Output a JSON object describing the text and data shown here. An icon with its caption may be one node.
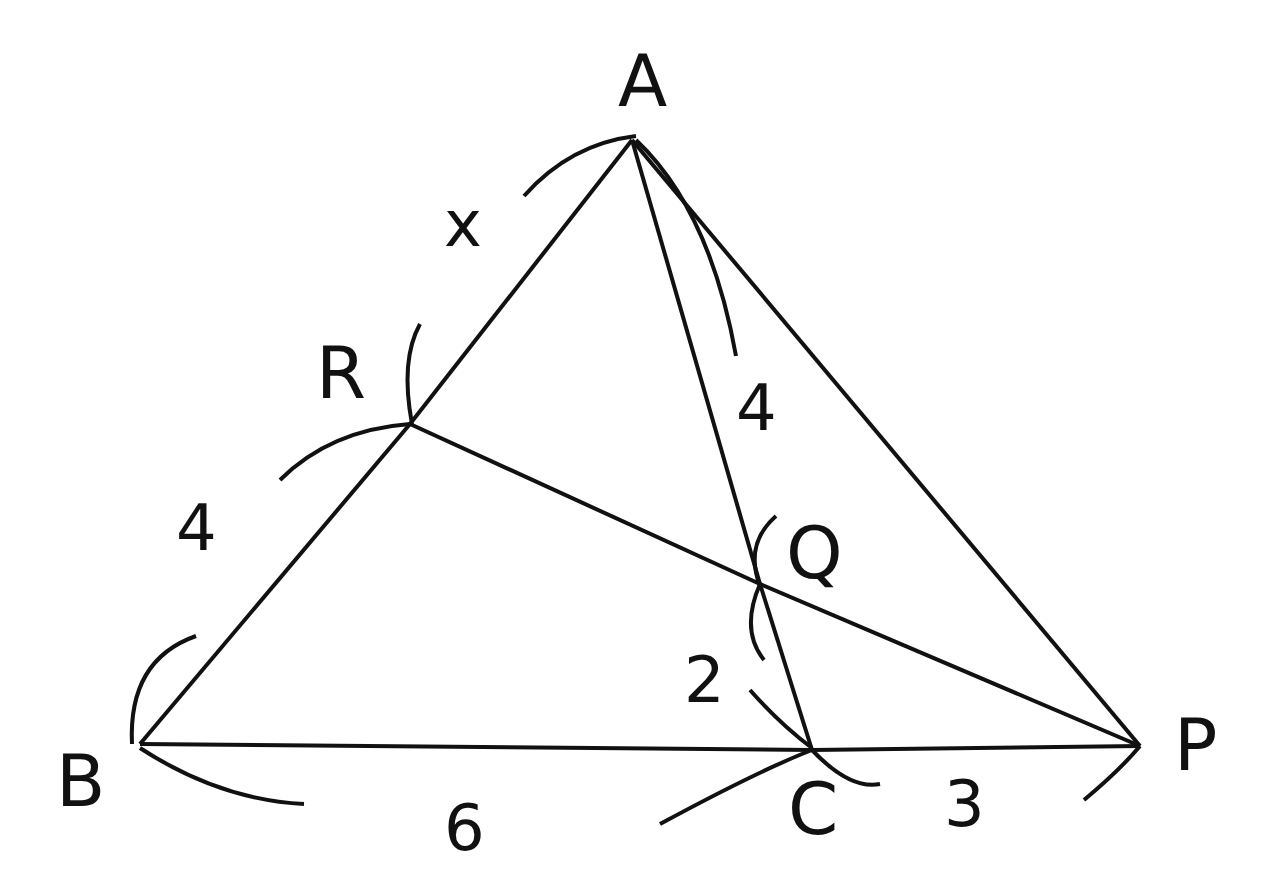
{
  "diagram": {
    "nodes": [
      {
        "text": [
          "A"
        ]
      },
      {
        "text": [
          "R"
        ]
      },
      {
        "text": [
          "Q"
        ]
      },
      {
        "text": [
          "B"
        ]
      },
      {
        "text": [
          "C"
        ]
      },
      {
        "text": [
          "P"
        ]
      }
    ],
    "edges": [
      {
        "from": 0,
        "to": 1,
        "arrow": "none"
      },
      {
        "from": 1,
        "to": 3,
        "arrow": "none"
      },
      {
        "from": 3,
        "to": 4,
        "arrow": "none"
      },
      {
        "from": 4,
        "to": 5,
        "arrow": "none"
      },
      {
        "from": 0,
        "to": 5,
        "arrow": "none"
      },
      {
        "from": 0,
        "to": 2,
        "arrow": "none"
      },
      {
        "from": 2,
        "to": 4,
        "arrow": "none"
      },
      {
        "from": 1,
        "to": 2,
        "arrow": "none"
      },
      {
        "from": 2,
        "to": 5,
        "arrow": "none"
      }
    ],
    "labels": [
      "x",
      "4",
      "4",
      "2",
      "6",
      "3"
    ]
  }
}
